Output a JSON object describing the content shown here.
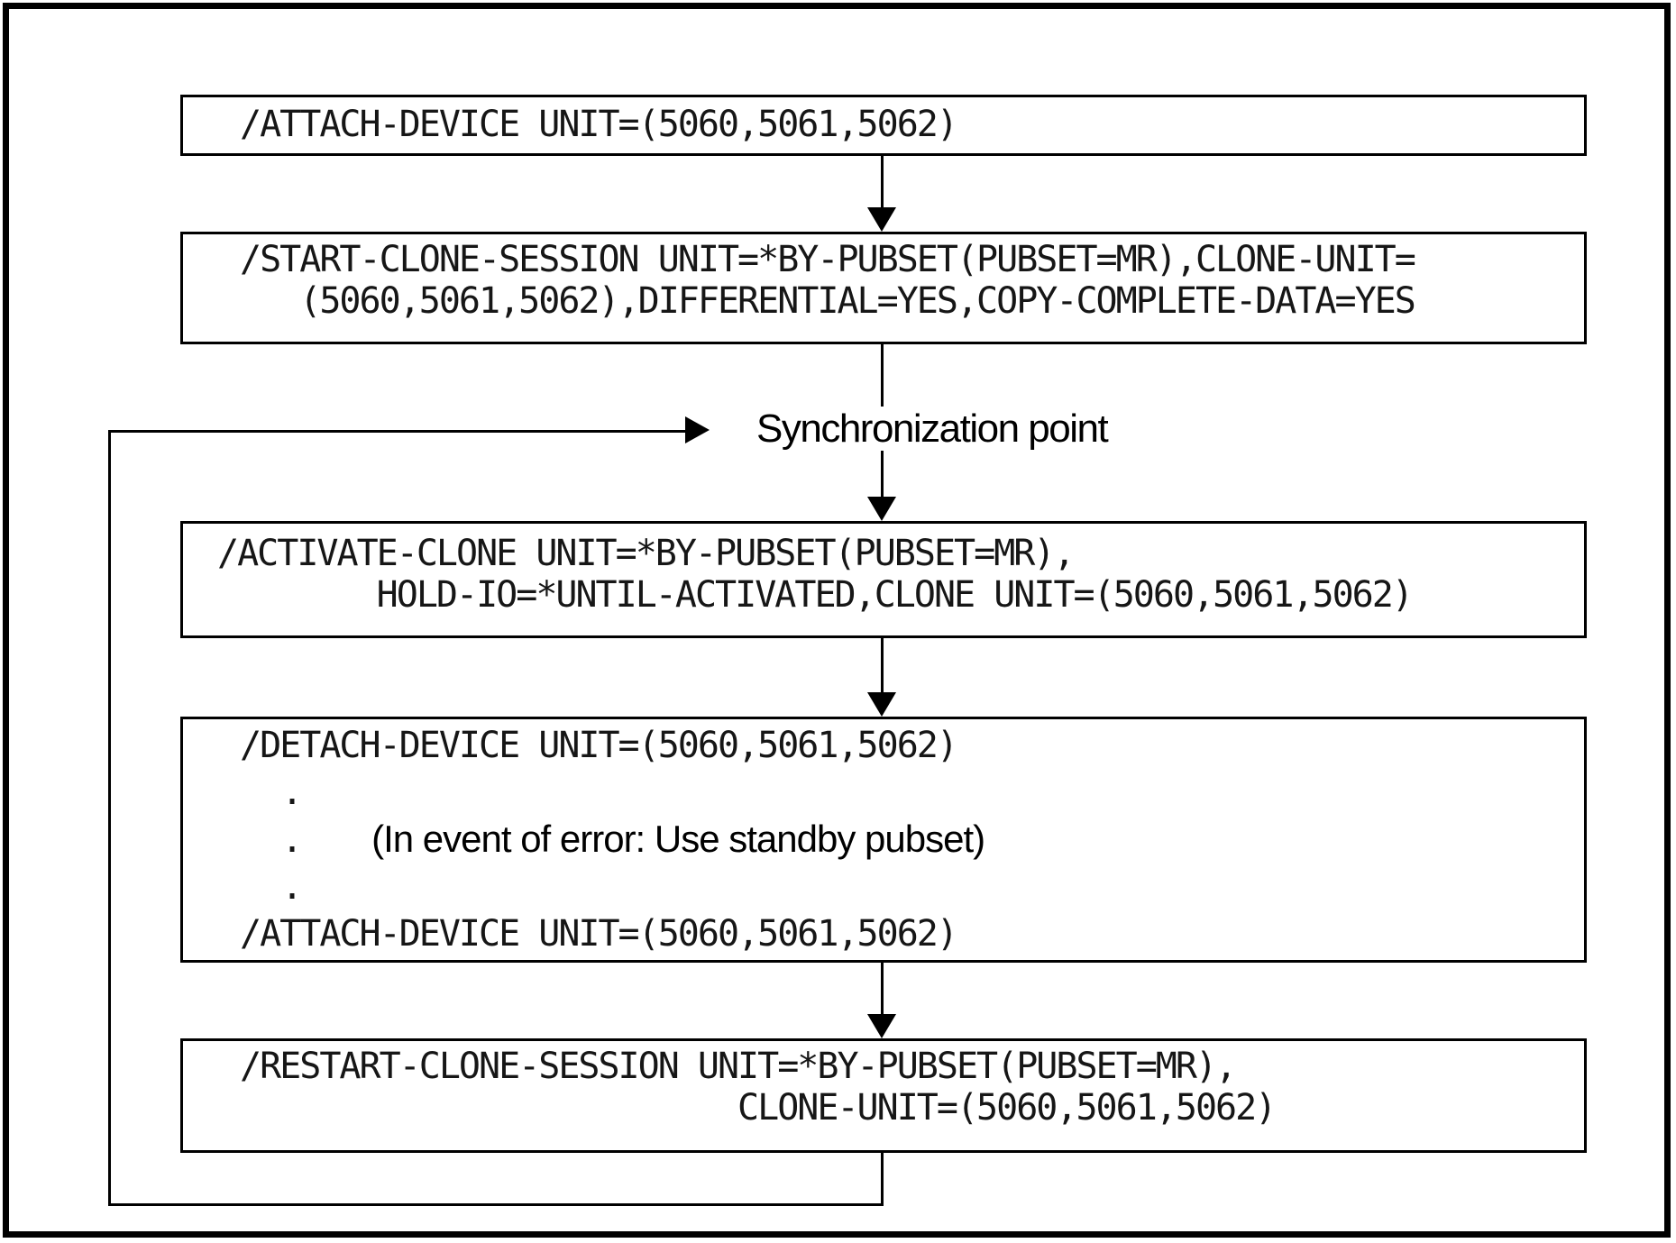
{
  "diagram": {
    "title_hint": "Clone session command flow",
    "sync_label": "Synchronization point",
    "boxes": {
      "attach1": {
        "lines": [
          "/ATTACH-DEVICE UNIT=(5060,5061,5062)"
        ]
      },
      "start": {
        "lines": [
          "/START-CLONE-SESSION UNIT=*BY-PUBSET(PUBSET=MR),CLONE-UNIT=",
          "   (5060,5061,5062),DIFFERENTIAL=YES,COPY-COMPLETE-DATA=YES"
        ]
      },
      "activate": {
        "lines": [
          "/ACTIVATE-CLONE UNIT=*BY-PUBSET(PUBSET=MR),",
          "        HOLD-IO=*UNTIL-ACTIVATED,CLONE UNIT=(5060,5061,5062)"
        ]
      },
      "detach": {
        "line1": "/DETACH-DEVICE UNIT=(5060,5061,5062)",
        "dot": ".",
        "annotation": "(In event of error: Use standby pubset)",
        "line5": "/ATTACH-DEVICE UNIT=(5060,5061,5062)"
      },
      "restart": {
        "lines": [
          "/RESTART-CLONE-SESSION UNIT=*BY-PUBSET(PUBSET=MR),",
          "                         CLONE-UNIT=(5060,5061,5062)"
        ]
      }
    },
    "colors": {
      "line": "#000000",
      "text": "#161616",
      "background": "#ffffff"
    }
  }
}
